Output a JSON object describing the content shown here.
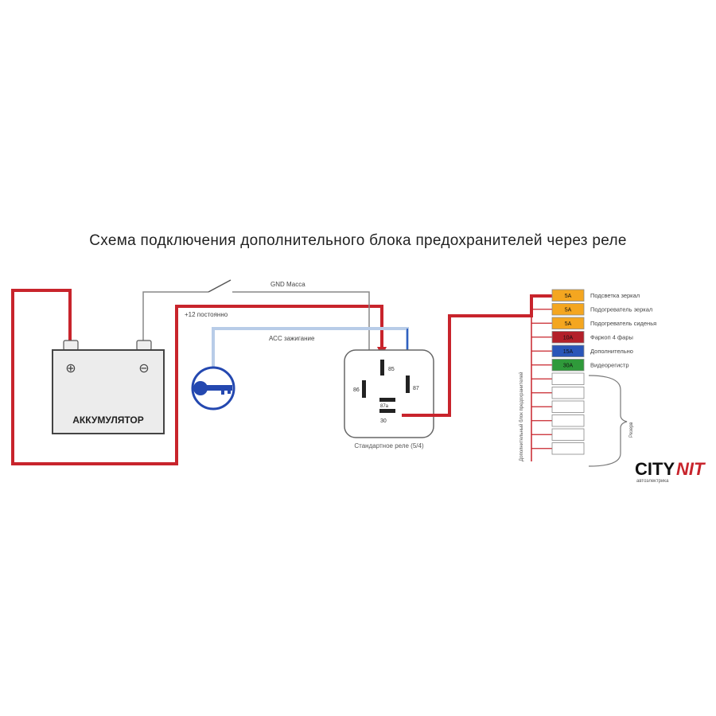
{
  "title": "Схема подключения дополнительного блока предохранителей через реле",
  "battery": {
    "label": "АККУМУЛЯТОР",
    "plus_symbol": "⊕",
    "minus_symbol": "⊖"
  },
  "wires": {
    "ground_label": "GND Масса",
    "plus12_label": "+12 постоянно",
    "acc_label": "АСС зажигание"
  },
  "relay": {
    "caption": "Стандартное реле (5/4)",
    "pins": [
      "85",
      "86",
      "87",
      "30",
      "87a"
    ]
  },
  "fuse_block": {
    "fuses": [
      {
        "rating": "5A",
        "color": "#f4a620",
        "label": "Подсветка зеркал"
      },
      {
        "rating": "5A",
        "color": "#f4a620",
        "label": "Подогреватель зеркал"
      },
      {
        "rating": "5A",
        "color": "#f4a620",
        "label": "Подогреватель сиденья"
      },
      {
        "rating": "10A",
        "color": "#b3202a",
        "label": "Фаркоп 4 фары"
      },
      {
        "rating": "15A",
        "color": "#2a55b8",
        "label": "Дополнительно"
      },
      {
        "rating": "30A",
        "color": "#2f9a3a",
        "label": "Видеорегистр"
      },
      {
        "rating": "",
        "color": "#ffffff",
        "label": ""
      },
      {
        "rating": "",
        "color": "#ffffff",
        "label": ""
      },
      {
        "rating": "",
        "color": "#ffffff",
        "label": ""
      },
      {
        "rating": "",
        "color": "#ffffff",
        "label": ""
      },
      {
        "rating": "",
        "color": "#ffffff",
        "label": ""
      },
      {
        "rating": "",
        "color": "#ffffff",
        "label": ""
      }
    ],
    "vertical_label": "Дополнительный блок предохранителей",
    "brace_label": "Резерв"
  },
  "logo": {
    "text_dark": "CITY",
    "text_accent": "NIT",
    "subtitle": "автоэлектрика"
  },
  "colors": {
    "wire_red": "#c8242c",
    "wire_blue": "#3060c0",
    "wire_lightblue": "#b8cce8",
    "wire_grey": "#888888",
    "key_blue": "#2448b0"
  },
  "icons": [
    "key-icon",
    "switch-icon"
  ]
}
